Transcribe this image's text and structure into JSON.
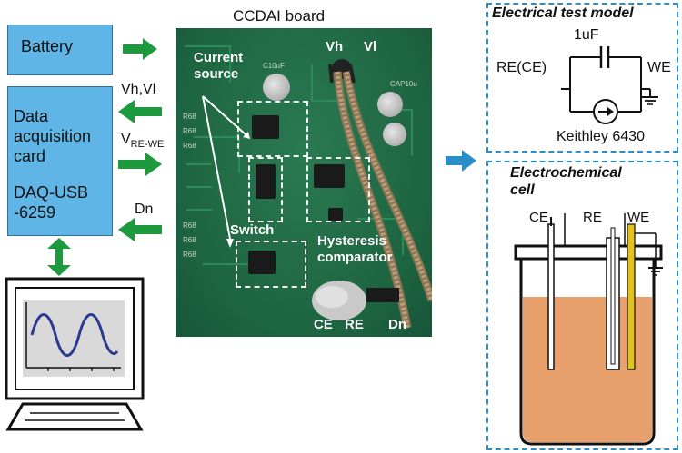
{
  "left_panel": {
    "battery_label": "Battery",
    "daq_label_lines": [
      "Data",
      "acquisition",
      "card"
    ],
    "daq_model_lines": [
      "DAQ-USB",
      "-6259"
    ],
    "signal_vh_vl": "Vh,Vl",
    "signal_v_main": "V",
    "signal_v_sub": "RE-WE",
    "signal_dn": "Dn"
  },
  "board": {
    "title": "CCDAI board",
    "current_source_lines": [
      "Current",
      "source"
    ],
    "switch_label": "Switch",
    "hysteresis_lines": [
      "Hysteresis",
      "comparator"
    ],
    "vh_label": "Vh",
    "vl_label": "Vl",
    "ce_label": "CE",
    "re_label": "RE",
    "dn_label": "Dn"
  },
  "electrical_model": {
    "title": "Electrical test model",
    "cap_label": "1uF",
    "re_ce_label": "RE(CE)",
    "we_label": "WE",
    "instrument_label": "Keithley 6430"
  },
  "electrochemical_cell": {
    "title_lines": [
      "Electrochemical",
      "cell"
    ],
    "ce_label": "CE",
    "re_label": "RE",
    "we_label": "WE"
  },
  "colors": {
    "box_fill": "#5fb6e6",
    "arrow_green": "#1e9a3e",
    "arrow_blue": "#2a8fc8",
    "board_green": "#1f6b45",
    "electrolyte": "#e8a06d",
    "sine_wave": "#2a3a8f",
    "we_electrode": "#e3c21a"
  }
}
